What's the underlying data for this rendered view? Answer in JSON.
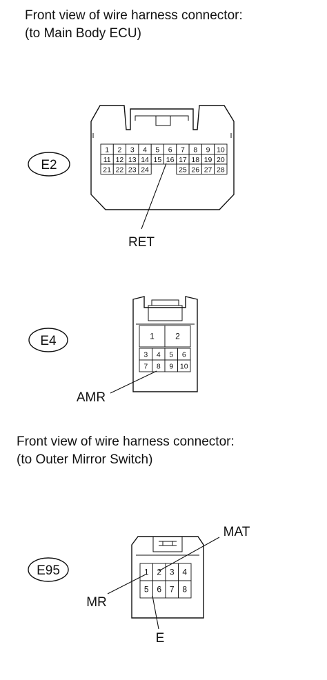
{
  "headings": {
    "main_ecu": {
      "line1": "Front view of wire harness connector:",
      "line2": "(to Main Body ECU)"
    },
    "mirror_switch": {
      "line1": "Front view of wire harness connector:",
      "line2": "(to Outer Mirror Switch)"
    }
  },
  "connectors": {
    "e2": {
      "id": "E2",
      "pins": [
        "1",
        "2",
        "3",
        "4",
        "5",
        "6",
        "7",
        "8",
        "9",
        "10",
        "11",
        "12",
        "13",
        "14",
        "15",
        "16",
        "17",
        "18",
        "19",
        "20",
        "21",
        "22",
        "23",
        "24",
        "25",
        "26",
        "27",
        "28"
      ],
      "callout": "RET"
    },
    "e4": {
      "id": "E4",
      "pins": [
        "1",
        "2",
        "3",
        "4",
        "5",
        "6",
        "7",
        "8",
        "9",
        "10"
      ],
      "callout": "AMR"
    },
    "e95": {
      "id": "E95",
      "pins": [
        "1",
        "2",
        "3",
        "4",
        "5",
        "6",
        "7",
        "8"
      ],
      "callouts": {
        "mat": "MAT",
        "mr": "MR",
        "e": "E"
      }
    }
  }
}
